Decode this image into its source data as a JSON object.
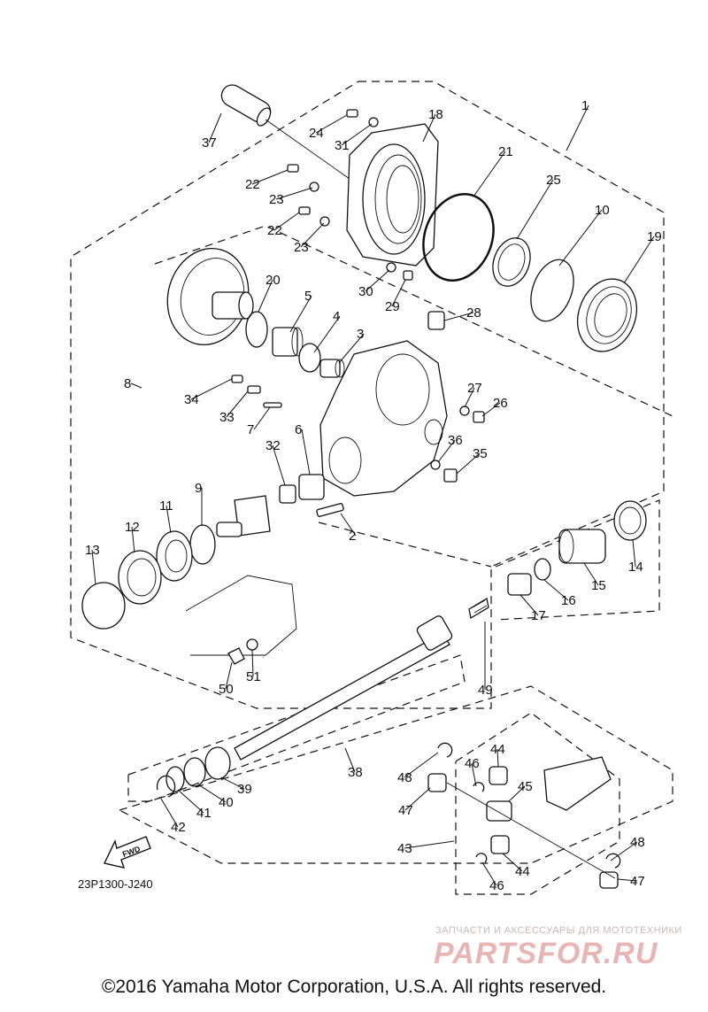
{
  "diagram_code": "23P1300-J240",
  "fwd_label": "FWD",
  "watermark": {
    "tagline": "ЗАПЧАСТИ И АКСЕССУАРЫ ДЛЯ МОТОТЕХНИКИ",
    "logo_text": "PARTSFOR.RU"
  },
  "copyright": "©2016 Yamaha Motor Corporation, U.S.A. All rights reserved.",
  "callouts": [
    "1",
    "2",
    "3",
    "4",
    "5",
    "6",
    "7",
    "8",
    "9",
    "10",
    "11",
    "12",
    "13",
    "14",
    "15",
    "16",
    "17",
    "18",
    "19",
    "20",
    "21",
    "22",
    "22",
    "23",
    "23",
    "24",
    "25",
    "26",
    "27",
    "28",
    "29",
    "30",
    "31",
    "32",
    "33",
    "34",
    "35",
    "36",
    "37",
    "38",
    "39",
    "40",
    "41",
    "42",
    "43",
    "44",
    "44",
    "45",
    "46",
    "46",
    "47",
    "47",
    "48",
    "48",
    "49",
    "50",
    "51"
  ]
}
